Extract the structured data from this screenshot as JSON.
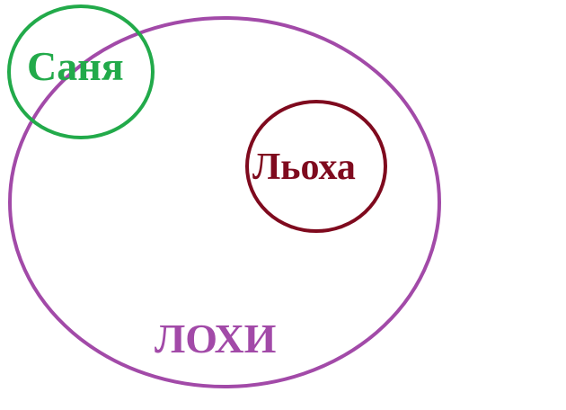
{
  "diagram": {
    "sets": [
      {
        "id": "lokhi",
        "label": "ЛОХИ",
        "color": "#a24aa8"
      },
      {
        "id": "sanya",
        "label": "Саня",
        "color": "#22aa4a"
      },
      {
        "id": "lyokha",
        "label": "Льоха",
        "color": "#7f0a1e"
      }
    ]
  }
}
